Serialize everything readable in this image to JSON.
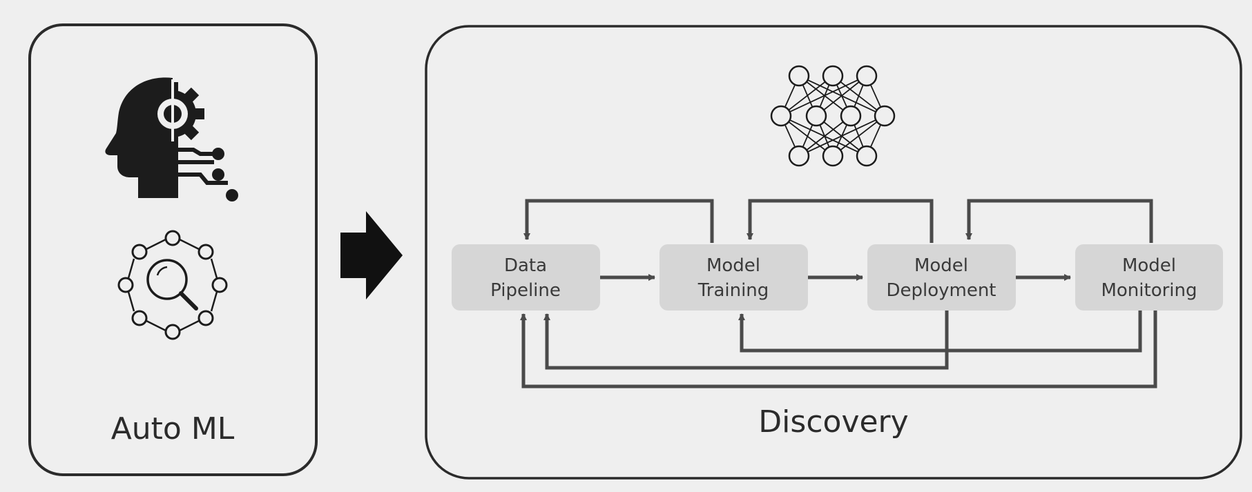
{
  "automl": {
    "title": "Auto ML",
    "icons": [
      "ai-head-gear-circuit-icon",
      "search-network-icon"
    ]
  },
  "transition": {
    "icon": "right-arrow-icon"
  },
  "discovery": {
    "title": "Discovery",
    "icon": "neural-network-icon",
    "stages": [
      {
        "line1": "Data",
        "line2": "Pipeline"
      },
      {
        "line1": "Model",
        "line2": "Training"
      },
      {
        "line1": "Model",
        "line2": "Deployment"
      },
      {
        "line1": "Model",
        "line2": "Monitoring"
      }
    ]
  },
  "colors": {
    "background": "#efefef",
    "stage_fill": "#d6d6d6",
    "connector": "#4a4a4a",
    "border": "#2b2b2b"
  }
}
